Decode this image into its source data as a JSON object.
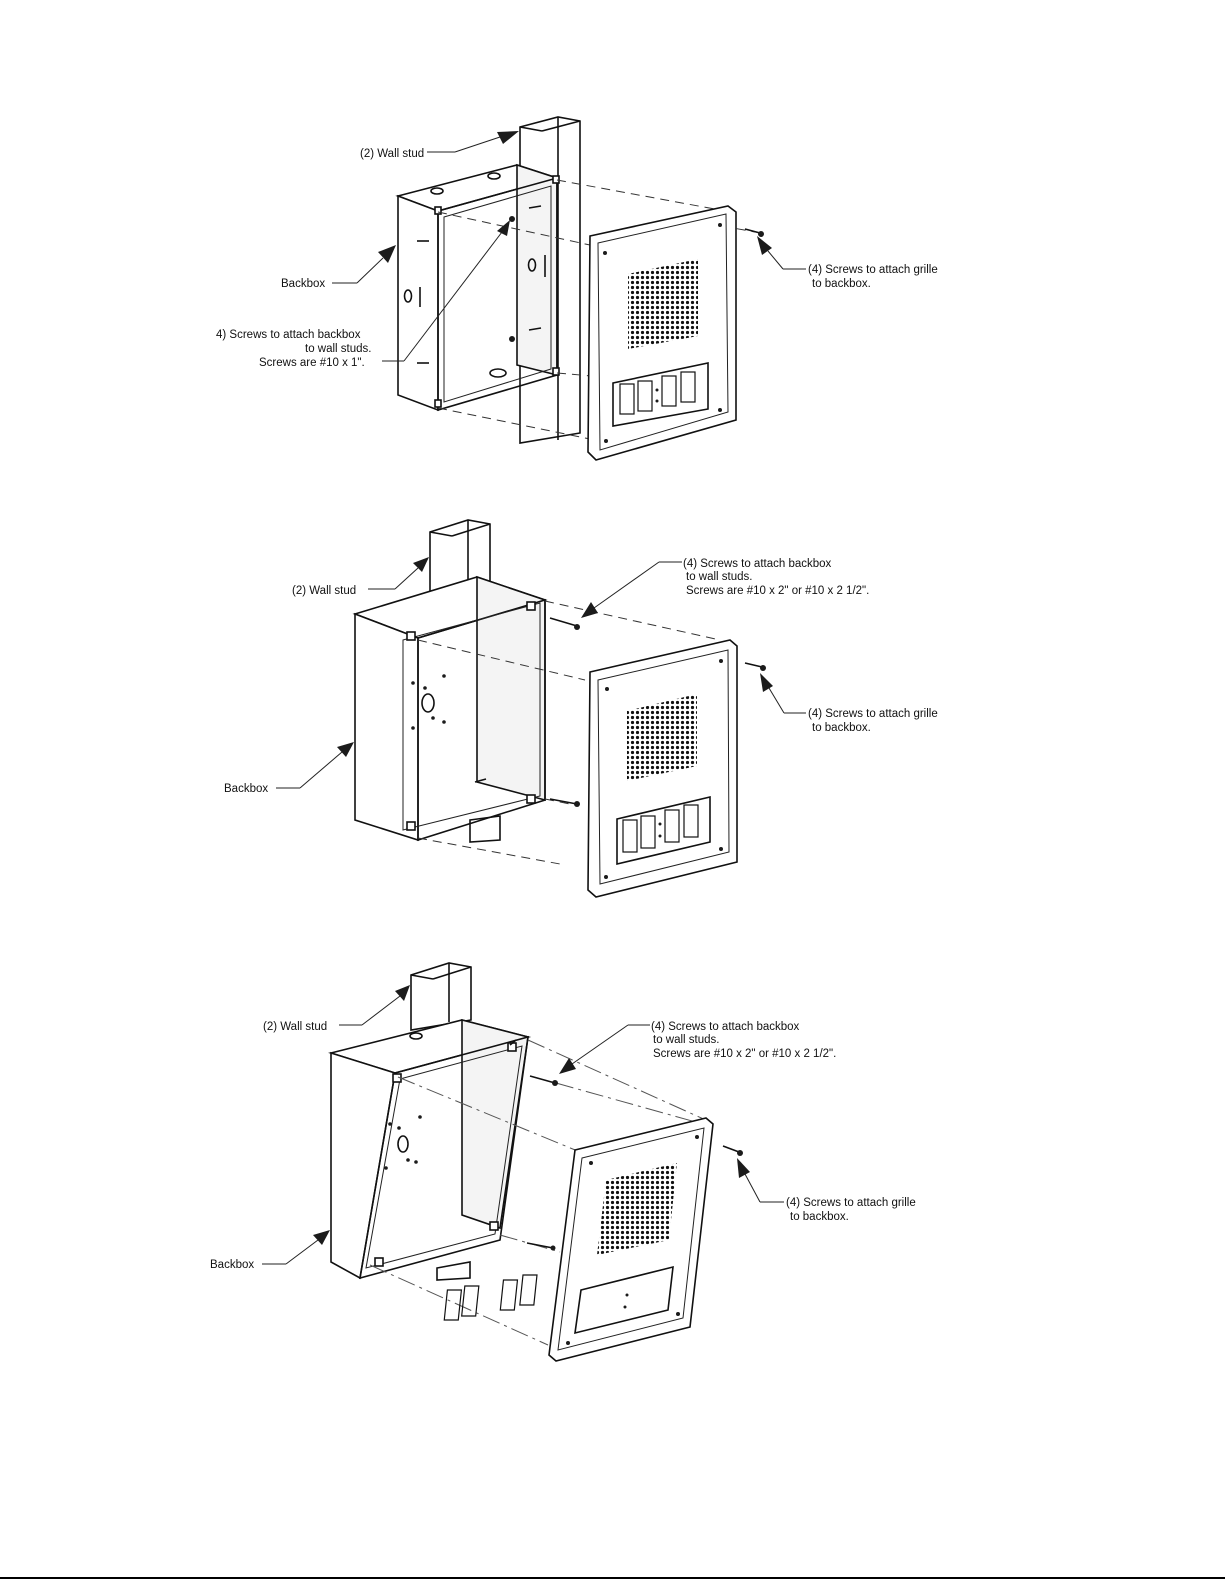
{
  "figures": [
    {
      "labels": {
        "wall_stud": "(2) Wall stud",
        "backbox": "Backbox",
        "backbox_screws": [
          "4) Screws to attach backbox",
          "to wall studs.",
          "Screws are #10 x 1\"."
        ],
        "grille_screws": [
          "(4) Screws to attach grille",
          "to backbox."
        ]
      }
    },
    {
      "labels": {
        "wall_stud": "(2) Wall stud",
        "backbox": "Backbox",
        "backbox_screws": [
          "(4) Screws to attach backbox",
          "to wall studs.",
          "Screws are #10 x 2\" or #10 x 2 1/2\"."
        ],
        "grille_screws": [
          "(4) Screws to attach grille",
          "to backbox."
        ]
      }
    },
    {
      "labels": {
        "wall_stud": "(2) Wall stud",
        "backbox": "Backbox",
        "backbox_screws": [
          "(4) Screws to attach backbox",
          "to wall studs.",
          "Screws are #10 x 2\" or #10 x 2 1/2\"."
        ],
        "grille_screws": [
          "(4) Screws to attach grille",
          "to backbox."
        ]
      }
    }
  ],
  "colors": {
    "line": "#111111",
    "background": "#ffffff"
  }
}
